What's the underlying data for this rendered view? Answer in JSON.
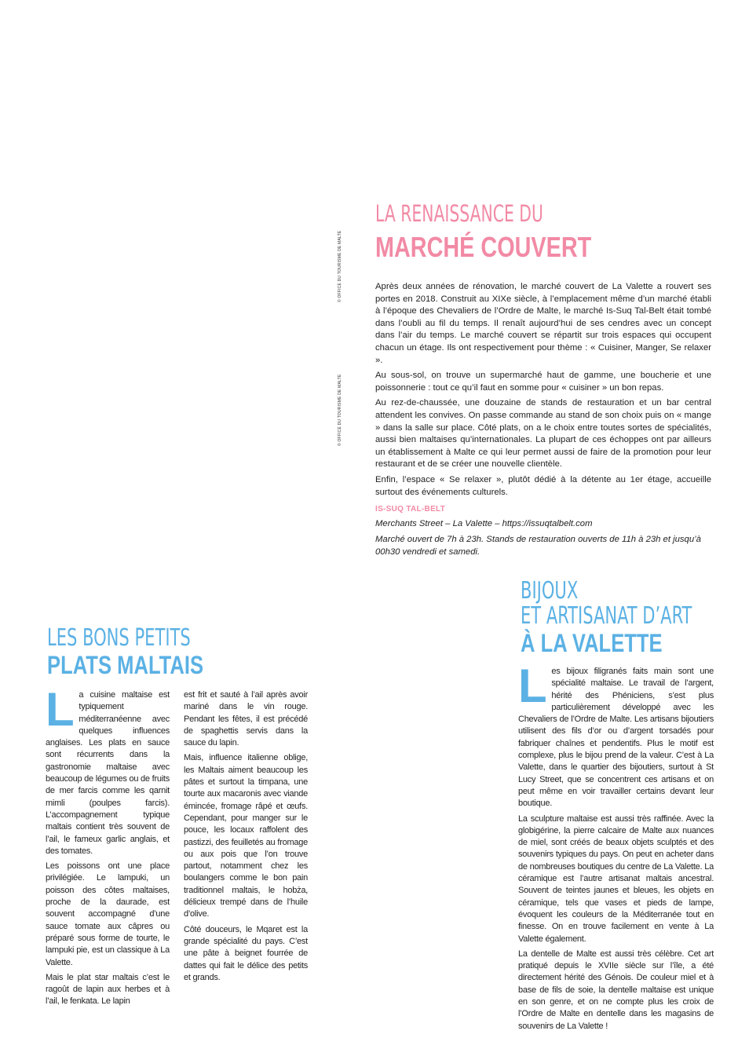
{
  "credits": {
    "photo_1": "© OFFICE DU TOURISME DE MALTE",
    "photo_2": "© OFFICE DU TOURISME DE MALTE"
  },
  "marche": {
    "title_light": "LA RENAISSANCE DU",
    "title_bold": "MARCHÉ COUVERT",
    "p1": "Après deux années de rénovation, le marché couvert de La Valette a rouvert ses portes en 2018. Construit au XIXe siècle, à l’emplacement même d’un marché établi à l’époque des Chevaliers de l’Ordre de Malte, le marché Is-Suq Tal-Belt était tombé dans l’oubli au fil du temps. Il renaît aujourd’hui de ses cendres avec un concept dans l’air du temps. Le marché couvert se répartit sur trois espaces qui occupent chacun un étage. Ils ont respectivement pour thème : « Cuisiner, Manger, Se relaxer ».",
    "p2": "Au sous-sol, on trouve un supermarché haut de gamme, une boucherie et une poissonnerie : tout ce qu’il faut en somme pour « cuisiner » un bon repas.",
    "p3": "Au rez-de-chaussée, une douzaine de stands de restauration et un bar central attendent les convives. On passe commande au stand de son choix puis on « mange » dans la salle sur place. Côté plats, on a le choix entre toutes sortes de spécialités, aussi bien maltaises qu’internationales. La plupart de ces échoppes ont par ailleurs un établissement à Malte ce qui leur permet aussi de faire de la promotion pour leur restaurant et de se créer une nouvelle clientèle.",
    "p4": "Enfin, l’espace « Se relaxer », plutôt dédié à la détente au 1er étage, accueille surtout des événements culturels.",
    "info_label": "IS-SUQ TAL-BELT",
    "info_line1": "Merchants Street – La Valette – https://issuqtalbelt.com",
    "info_line2": "Marché ouvert de 7h à 23h. Stands de restauration ouverts de 11h à 23h et jusqu’à 00h30 vendredi et samedi."
  },
  "plats": {
    "title_light": "LES BONS PETITS",
    "title_bold": "PLATS MALTAIS",
    "dropcap": "L",
    "col1_p1": "a cuisine maltaise est typiquement méditerranéenne avec quelques influences anglaises. Les plats en sauce sont récurrents dans la gastronomie maltaise avec beaucoup de légumes ou de fruits de mer farcis comme les qarnit mimli (poulpes farcis). L’accompagnement typique maltais contient très souvent de l’ail, le fameux garlic anglais, et des tomates.",
    "col1_p2": "Les poissons ont une place privilégiée. Le lampuki, un poisson des côtes maltaises, proche de la daurade, est souvent accompagné d’une sauce tomate aux câpres ou préparé sous forme de tourte, le lampuki pie, est un classique à La Valette.",
    "col1_p3": "Mais le plat star maltais c’est le ragoût de lapin aux herbes et à l’ail, le fenkata. Le lapin",
    "col2_p1": "est frit et sauté à l’ail après avoir mariné dans le vin rouge. Pendant les fêtes, il est précédé de spaghettis servis dans la sauce du lapin.",
    "col2_p2": "Mais, influence italienne oblige, les Maltais aiment beaucoup les pâtes et surtout la timpana, une tourte aux macaronis avec viande émincée, fromage râpé et œufs. Cependant, pour manger sur le pouce, les locaux raffolent des pastizzi, des feuilletés au fromage ou aux pois que l’on trouve partout, notamment chez les boulangers comme le bon pain traditionnel maltais, le hobża, délicieux trempé dans de l’huile d’olive.",
    "col2_p3": "Côté douceurs, le Mqaret est la grande spécialité du pays. C’est une pâte à beignet fourrée de dattes qui fait le délice des petits et grands."
  },
  "bijoux": {
    "title_light_1": "BIJOUX",
    "title_light_2": "ET ARTISANAT D’ART",
    "title_bold": "À LA VALETTE",
    "dropcap": "L",
    "p1": "es bijoux filigranés faits main sont une spécialité maltaise. Le travail de l’argent, hérité des Phéniciens, s’est plus particulièrement développé avec les Chevaliers de l’Ordre de Malte. Les artisans bijoutiers utilisent des fils d’or ou d’argent torsadés pour fabriquer chaînes et pendentifs. Plus le motif est complexe, plus le bijou prend de la valeur. C’est à La Valette, dans le quartier des bijoutiers, surtout à St Lucy Street, que se concentrent ces artisans et on peut même en voir travailler certains devant leur boutique.",
    "p2": "La sculpture maltaise est aussi très raffinée. Avec la globigérine, la pierre calcaire de Malte aux nuances de miel, sont créés de beaux objets sculptés et des souvenirs typiques du pays. On peut en acheter dans de nombreuses boutiques du centre de La Valette. La céramique est l’autre artisanat maltais ancestral. Souvent de teintes jaunes et bleues, les objets en céramique, tels que vases et pieds de lampe, évoquent les couleurs de la Méditerranée tout en finesse. On en trouve facilement en vente à La Valette également.",
    "p3": "La dentelle de Malte est aussi très célèbre. Cet art pratiqué depuis le XVIIe siècle sur l’île, a été directement hérité des Génois. De couleur miel et à base de fils de soie, la dentelle maltaise est unique en son genre, et on ne compte plus les croix de l’Ordre de Malte en dentelle dans les magasins de souvenirs de La Valette !"
  },
  "colors": {
    "pink": "#f28aa5",
    "blue": "#5bb1e4"
  }
}
